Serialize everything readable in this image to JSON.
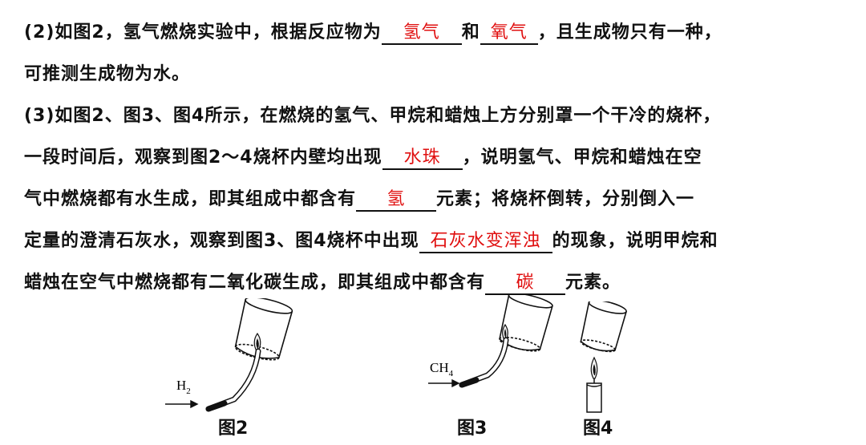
{
  "q2": {
    "line1_pre": "(2)如图2，氢气燃烧实验中，根据反应物为",
    "blank1": "氢气",
    "line1_mid": "和",
    "blank2": "氧气",
    "line1_post": "，且生成物只有一种，",
    "line2": "可推测生成物为水。"
  },
  "q3": {
    "line1": "(3)如图2、图3、图4所示，在燃烧的氢气、甲烷和蜡烛上方分别罩一个干冷的烧杯，",
    "line2_pre": "一段时间后，观察到图2～4烧杯内壁均出现",
    "blank_water": "水珠",
    "line2_post": "，说明氢气、甲烷和蜡烛在空",
    "line3_pre": "气中燃烧都有水生成，即其组成中都含有",
    "blank_h": "氢",
    "line3_post": "元素；将烧杯倒转，分别倒入一",
    "line4_pre": "定量的澄清石灰水，观察到图3、图4烧杯中出现",
    "blank_limewater": "石灰水变浑浊",
    "line4_post": "的现象，说明甲烷和",
    "line5_pre": "蜡烛在空气中燃烧都有二氧化碳生成，即其组成中都含有",
    "blank_c": "碳",
    "line5_post": "元素。"
  },
  "figures": {
    "fig2": {
      "caption": "图2",
      "gas": "H",
      "gas_sub": "2"
    },
    "fig3": {
      "caption": "图3",
      "gas": "CH",
      "gas_sub": "4"
    },
    "fig4": {
      "caption": "图4"
    }
  },
  "colors": {
    "answer": "#e01010",
    "text": "#111111"
  }
}
